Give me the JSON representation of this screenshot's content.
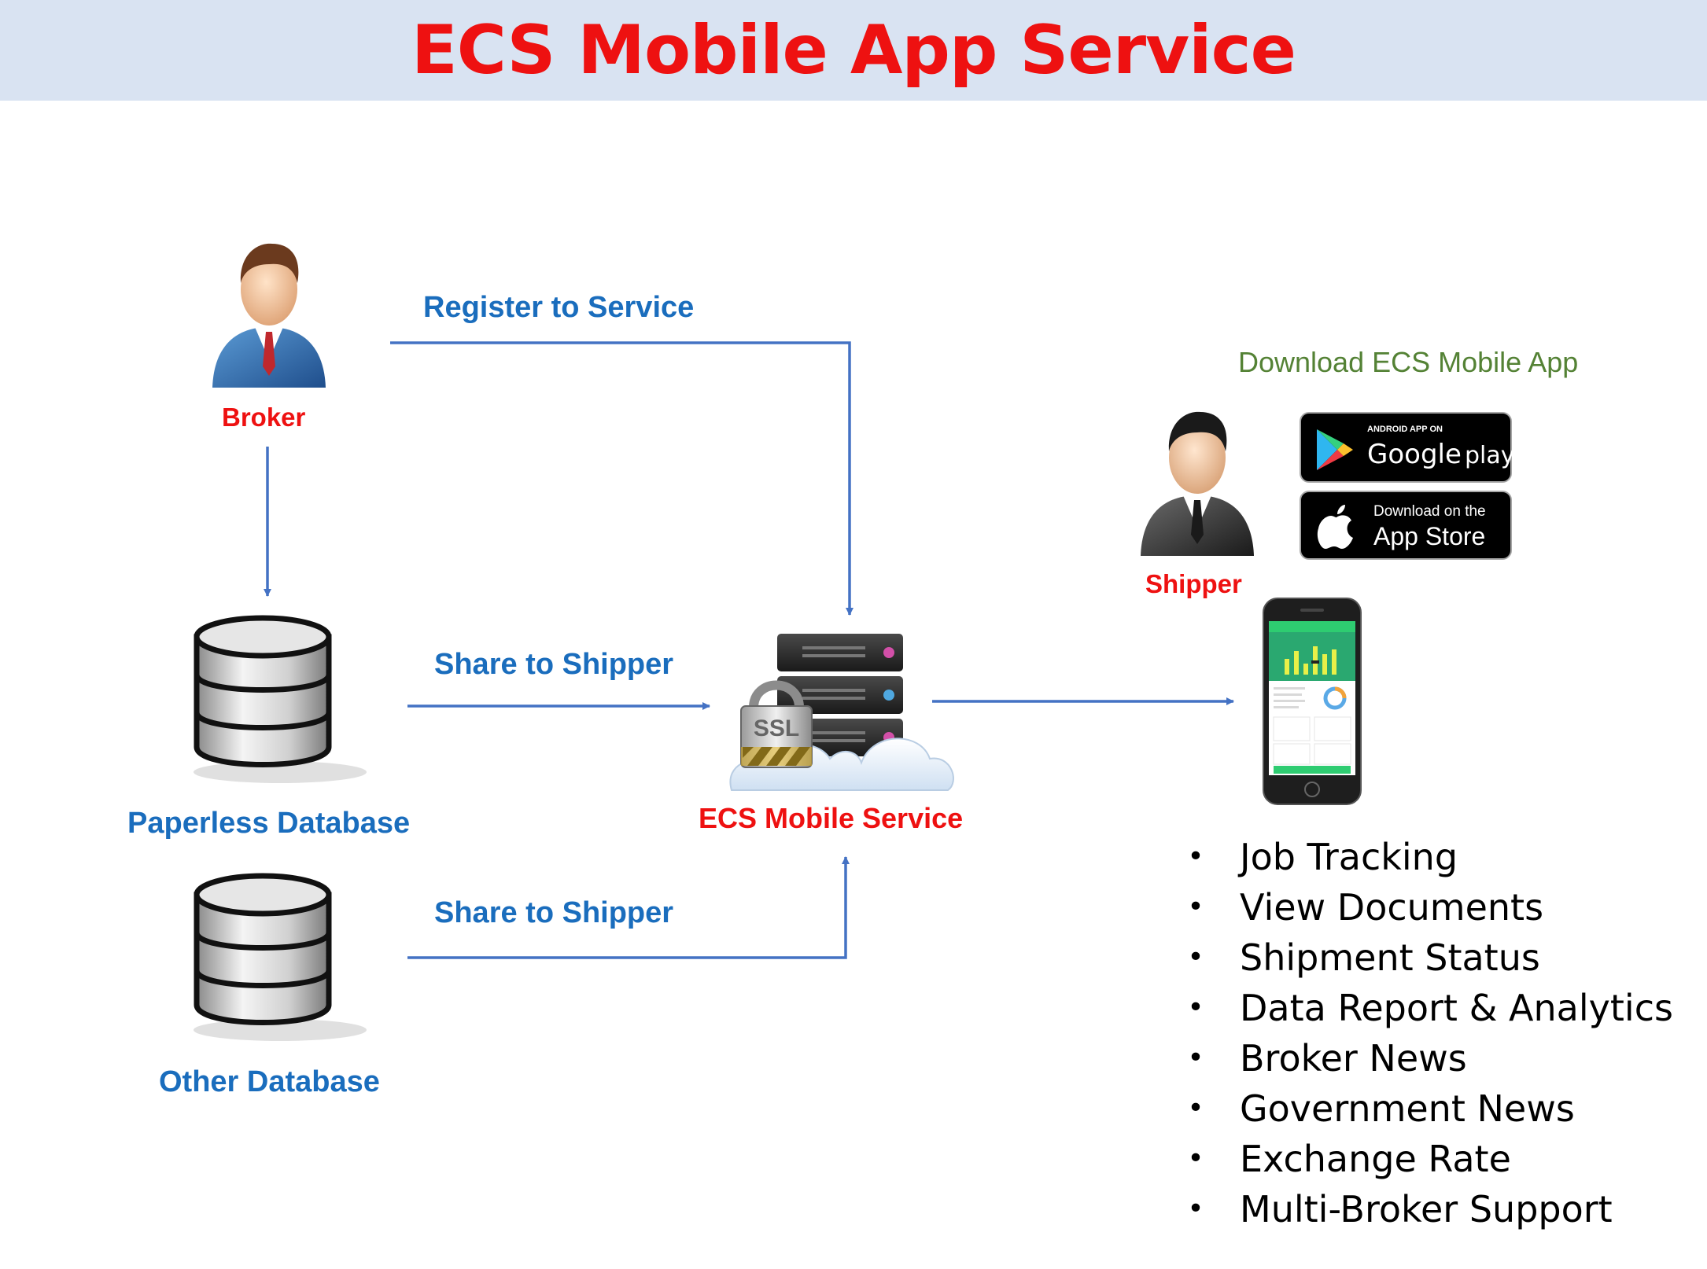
{
  "header": {
    "title": "ECS Mobile App Service"
  },
  "nodes": {
    "broker": "Broker",
    "paperless_db": "Paperless Database",
    "other_db": "Other Database",
    "service": "ECS Mobile Service",
    "shipper": "Shipper"
  },
  "edges": {
    "register": "Register to Service",
    "share1": "Share to Shipper",
    "share2": "Share to Shipper"
  },
  "download": {
    "title": "Download ECS Mobile App",
    "google_small": "ANDROID APP ON",
    "google_big_1": "Google",
    "google_big_2": "play",
    "apple_small": "Download on the",
    "apple_big": "App Store"
  },
  "server": {
    "ssl_label": "SSL"
  },
  "features": [
    "Job Tracking",
    "View Documents",
    "Shipment Status",
    "Data Report & Analytics",
    "Broker News",
    "Government News",
    "Exchange Rate",
    "Multi-Broker Support"
  ],
  "colors": {
    "header_bg": "#d9e3f2",
    "title": "#ee1111",
    "label_blue": "#1a6dbd",
    "connector": "#4472c4",
    "download_green": "#548235"
  }
}
